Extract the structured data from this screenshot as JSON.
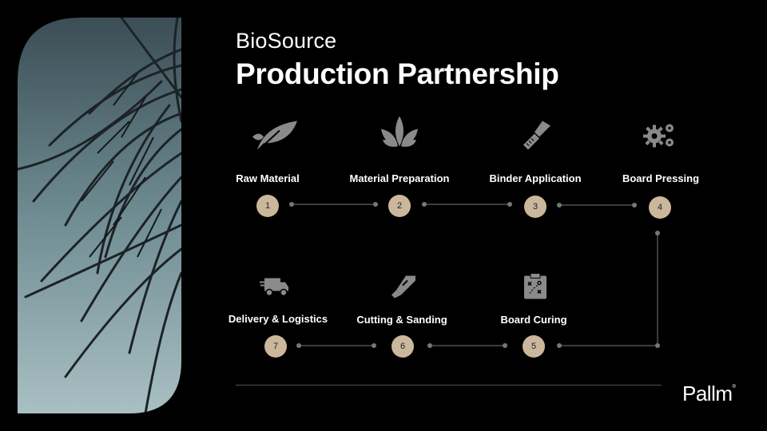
{
  "header": {
    "title_top": "BioSource",
    "title_main": "Production Partnership"
  },
  "steps": [
    {
      "label": "Raw Material",
      "number": "1",
      "icon": "leaf-icon"
    },
    {
      "label": "Material Preparation",
      "number": "2",
      "icon": "plant-icon"
    },
    {
      "label": "Binder Application",
      "number": "3",
      "icon": "spatula-icon"
    },
    {
      "label": "Board Pressing",
      "number": "4",
      "icon": "gears-icon"
    },
    {
      "label": "Board Curing",
      "number": "5",
      "icon": "clipboard-icon"
    },
    {
      "label": "Cutting & Sanding",
      "number": "6",
      "icon": "cutter-icon"
    },
    {
      "label": "Delivery & Logistics",
      "number": "7",
      "icon": "truck-icon"
    }
  ],
  "brand": {
    "logo": "Pallm"
  },
  "colors": {
    "accent": "#cbb79b",
    "icon": "#8a8a8a",
    "line": "#777777",
    "background": "#000000"
  }
}
